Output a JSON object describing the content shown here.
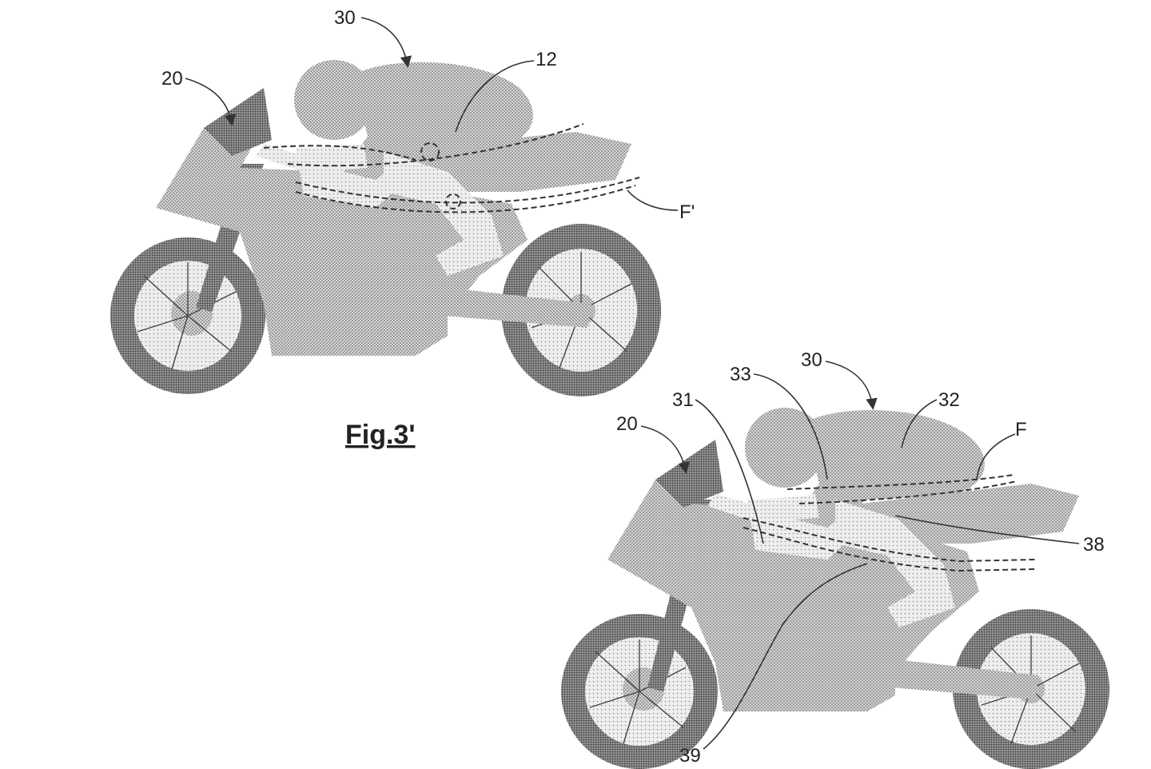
{
  "figures": [
    {
      "caption": "Fig.3'",
      "labels": {
        "rider": "30",
        "fairing": "20",
        "seat_line": "12",
        "flow_line": "F'"
      }
    },
    {
      "caption": "",
      "labels": {
        "rider": "30",
        "fairing": "20",
        "body": "32",
        "shoulder": "33",
        "arm": "31",
        "flow_line": "F",
        "seat": "38",
        "lower_line": "39"
      }
    }
  ]
}
